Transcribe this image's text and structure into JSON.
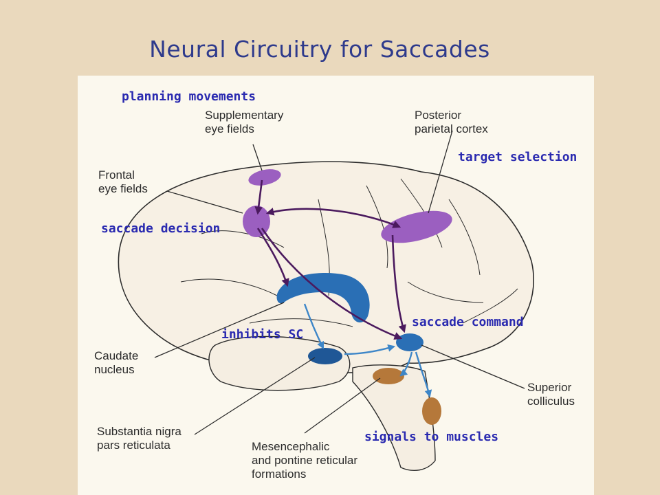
{
  "slide": {
    "title": "Neural Circuitry for Saccades"
  },
  "labels": {
    "supplementary": [
      "Supplementary",
      "eye fields"
    ],
    "posterior": [
      "Posterior",
      "parietal cortex"
    ],
    "frontal": [
      "Frontal",
      "eye fields"
    ],
    "caudate": [
      "Caudate",
      "nucleus"
    ],
    "superior": [
      "Superior",
      "colliculus"
    ],
    "substantia": [
      "Substantia nigra",
      "pars reticulata"
    ],
    "mesencephalic": [
      "Mesencephalic",
      "and pontine reticular",
      "formations"
    ]
  },
  "annotations": {
    "planning": "planning movements",
    "target": "target selection",
    "decision": "saccade decision",
    "command": "saccade command",
    "inhibits": "inhibits SC",
    "signals": "signals to muscles"
  },
  "colors": {
    "background": "#ead9bd",
    "panel": "#fbf8ee",
    "title": "#2e3a8c",
    "annotation": "#2a2ab0",
    "cortical_region": "#9b5fc0",
    "basal_ganglia": "#2a6fb5",
    "brainstem": "#b5783a",
    "pathway_arrow": "#4b1a5e",
    "blue_arrow": "#3d86c8"
  }
}
